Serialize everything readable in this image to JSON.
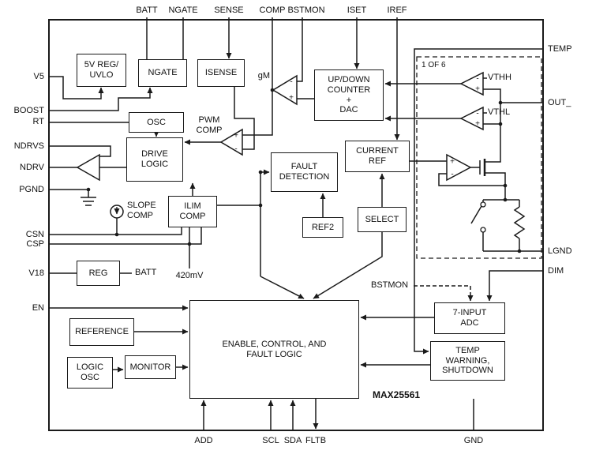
{
  "part_number": "MAX25561",
  "pins": {
    "top": [
      "BATT",
      "NGATE",
      "SENSE",
      "COMP",
      "BSTMON",
      "ISET",
      "IREF"
    ],
    "left": [
      "V5",
      "BOOST",
      "RT",
      "NDRVS",
      "NDRV",
      "PGND",
      "CSN",
      "CSP",
      "V18",
      "EN"
    ],
    "right": [
      "TEMP",
      "OUT_",
      "LGND",
      "DIM"
    ],
    "bottom": [
      "ADD",
      "SCL",
      "SDA",
      "FLTB",
      "GND"
    ]
  },
  "blocks": {
    "reg5v": "5V REG/\nUVLO",
    "ngate": "NGATE",
    "isense": "ISENSE",
    "osc": "OSC",
    "drive_logic": "DRIVE\nLOGIC",
    "ilim_comp": "ILIM\nCOMP",
    "reg": "REG",
    "reference": "REFERENCE",
    "monitor": "MONITOR",
    "logic_osc": "LOGIC\nOSC",
    "fault_detection": "FAULT\nDETECTION",
    "ref2": "REF2",
    "updown_counter": "UP/DOWN\nCOUNTER\n+\nDAC",
    "current_ref": "CURRENT\nREF",
    "select": "SELECT",
    "adc": "7-INPUT\nADC",
    "temp_warning": "TEMP\nWARNING,\nSHUTDOWN",
    "enable_logic": "ENABLE, CONTROL, AND\nFAULT LOGIC"
  },
  "annotations": {
    "pwm_comp": "PWM\nCOMP",
    "slope_comp": "SLOPE\nCOMP",
    "gm": "gM",
    "vthh": "VTHH",
    "vthl": "VTHL",
    "one_of_six": "1 OF 6",
    "batt_internal": "BATT",
    "ilim_threshold": "420mV",
    "bstmon_internal": "BSTMON",
    "plus": "+",
    "minus": "-"
  },
  "colors": {
    "line": "#1a1a1a",
    "background": "#ffffff"
  }
}
